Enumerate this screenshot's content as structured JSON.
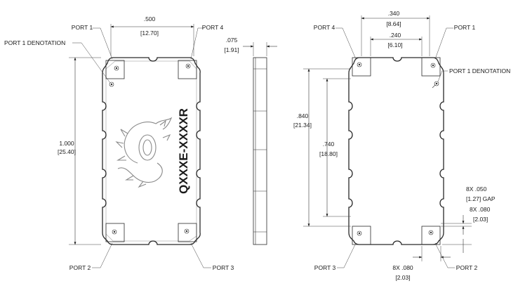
{
  "labels": {
    "top_view": {
      "port1": "PORT 1",
      "port4": "PORT 4",
      "port2": "PORT 2",
      "port3": "PORT 3",
      "port1_denotation": "PORT 1 DENOTATION"
    },
    "bottom_view": {
      "port4": "PORT 4",
      "port1": "PORT 1",
      "port3": "PORT 3",
      "port2": "PORT 2",
      "port1_denotation": "PORT 1 DENOTATION"
    }
  },
  "part_marking": "QXXXE-XXXXR",
  "dimensions": {
    "width_in": ".500",
    "width_mm": "[12.70]",
    "height_in": "1.000",
    "height_mm": "[25.40]",
    "thickness_in": ".075",
    "thickness_mm": "[1.91]",
    "pad_span_outer_in": ".340",
    "pad_span_outer_mm": "[8.64]",
    "pad_span_inner_in": ".240",
    "pad_span_inner_mm": "[6.10]",
    "pad_vert_outer_in": ".840",
    "pad_vert_outer_mm": "[21.34]",
    "pad_vert_inner_in": ".740",
    "pad_vert_inner_mm": "[18.80]",
    "gap_in": "8X .050",
    "gap_mm": "[1.27] GAP",
    "pad_size_v_in": "8X .080",
    "pad_size_v_mm": "[2.03]",
    "pad_size_h_in": "8X .080",
    "pad_size_h_mm": "[2.03]"
  }
}
